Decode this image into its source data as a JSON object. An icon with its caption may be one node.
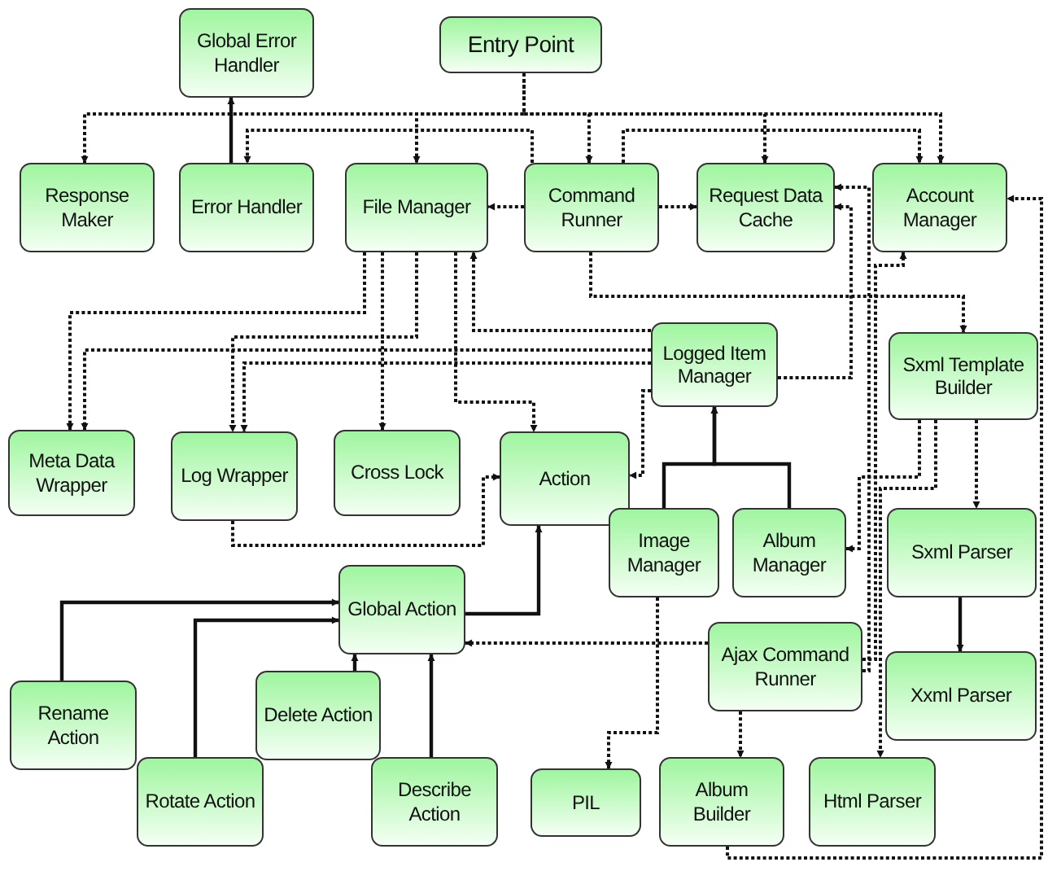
{
  "diagram": {
    "nodes": [
      {
        "text": [
          "Global Error Handler"
        ]
      },
      {
        "text": [
          "Entry Point"
        ]
      },
      {
        "text": [
          "Response Maker"
        ]
      },
      {
        "text": [
          "Error Handler"
        ]
      },
      {
        "text": [
          "File Manager"
        ]
      },
      {
        "text": [
          "Command Runner"
        ]
      },
      {
        "text": [
          "Request Data Cache"
        ]
      },
      {
        "text": [
          "Account Manager"
        ]
      },
      {
        "text": [
          "Logged Item Manager"
        ]
      },
      {
        "text": [
          "Sxml Template Builder"
        ]
      },
      {
        "text": [
          "Meta Data Wrapper"
        ]
      },
      {
        "text": [
          "Log Wrapper"
        ]
      },
      {
        "text": [
          "Cross Lock"
        ]
      },
      {
        "text": [
          "Action"
        ]
      },
      {
        "text": [
          "Image Manager"
        ]
      },
      {
        "text": [
          "Album Manager"
        ]
      },
      {
        "text": [
          "Sxml Parser"
        ]
      },
      {
        "text": [
          "Global Action"
        ]
      },
      {
        "text": [
          "Ajax Command Runner"
        ]
      },
      {
        "text": [
          "Delete Action"
        ]
      },
      {
        "text": [
          "Rename Action"
        ]
      },
      {
        "text": [
          "Xxml Parser"
        ]
      },
      {
        "text": [
          "Rotate Action"
        ]
      },
      {
        "text": [
          "Describe Action"
        ]
      },
      {
        "text": [
          "PIL"
        ]
      },
      {
        "text": [
          "Album Builder"
        ]
      },
      {
        "text": [
          "Html Parser"
        ]
      }
    ],
    "edges": [
      {
        "from": 3,
        "to": 0,
        "arrow": "to"
      },
      {
        "from": 1,
        "to": 2,
        "arrow": "to",
        "style": "dashed"
      },
      {
        "from": 1,
        "to": 4,
        "arrow": "to",
        "style": "dashed"
      },
      {
        "from": 1,
        "to": 5,
        "arrow": "to",
        "style": "dashed"
      },
      {
        "from": 1,
        "to": 6,
        "arrow": "to",
        "style": "dashed"
      },
      {
        "from": 1,
        "to": 7,
        "arrow": "to",
        "style": "dashed"
      },
      {
        "from": 5,
        "to": 3,
        "arrow": "to",
        "style": "dashed"
      },
      {
        "from": 5,
        "to": 7,
        "arrow": "to",
        "style": "dashed"
      },
      {
        "from": 5,
        "to": 4,
        "arrow": "to",
        "style": "dashed"
      },
      {
        "from": 5,
        "to": 6,
        "arrow": "to",
        "style": "dashed"
      },
      {
        "from": 4,
        "to": 10,
        "arrow": "to",
        "style": "dashed"
      },
      {
        "from": 4,
        "to": 11,
        "arrow": "to",
        "style": "dashed"
      },
      {
        "from": 4,
        "to": 12,
        "arrow": "to",
        "style": "dashed"
      },
      {
        "from": 4,
        "to": 13,
        "arrow": "to",
        "style": "dashed"
      },
      {
        "from": 8,
        "to": 4,
        "arrow": "to",
        "style": "dashed"
      },
      {
        "from": 8,
        "to": 10,
        "arrow": "to",
        "style": "dashed"
      },
      {
        "from": 8,
        "to": 11,
        "arrow": "to",
        "style": "dashed"
      },
      {
        "from": 8,
        "to": 13,
        "arrow": "to",
        "style": "dashed"
      },
      {
        "from": 11,
        "to": 13,
        "arrow": "to",
        "style": "dashed"
      },
      {
        "from": 14,
        "to": 8,
        "arrow": "to"
      },
      {
        "from": 15,
        "to": 8,
        "arrow": "to"
      },
      {
        "from": 17,
        "to": 13,
        "arrow": "to"
      },
      {
        "from": 20,
        "to": 17,
        "arrow": "to"
      },
      {
        "from": 22,
        "to": 17,
        "arrow": "to"
      },
      {
        "from": 19,
        "to": 17,
        "arrow": "to"
      },
      {
        "from": 23,
        "to": 17,
        "arrow": "to"
      },
      {
        "from": 18,
        "to": 17,
        "arrow": "to",
        "style": "dashed"
      },
      {
        "from": 14,
        "to": 24,
        "arrow": "to",
        "style": "dashed"
      },
      {
        "from": 18,
        "to": 6,
        "arrow": "to",
        "style": "dashed"
      },
      {
        "from": 18,
        "to": 7,
        "arrow": "to",
        "style": "dashed"
      },
      {
        "from": 9,
        "to": 15,
        "arrow": "to",
        "style": "dashed"
      },
      {
        "from": 9,
        "to": 26,
        "arrow": "to",
        "style": "dashed"
      },
      {
        "from": 9,
        "to": 16,
        "arrow": "to",
        "style": "dashed"
      },
      {
        "from": 16,
        "to": 21,
        "arrow": "to"
      },
      {
        "from": 5,
        "to": 9,
        "arrow": "to",
        "style": "dashed"
      },
      {
        "from": 25,
        "to": 7,
        "arrow": "to",
        "style": "dashed"
      },
      {
        "from": 18,
        "to": 25,
        "arrow": "to",
        "style": "dashed"
      },
      {
        "from": 8,
        "to": 6,
        "arrow": "to",
        "style": "dashed"
      }
    ]
  }
}
